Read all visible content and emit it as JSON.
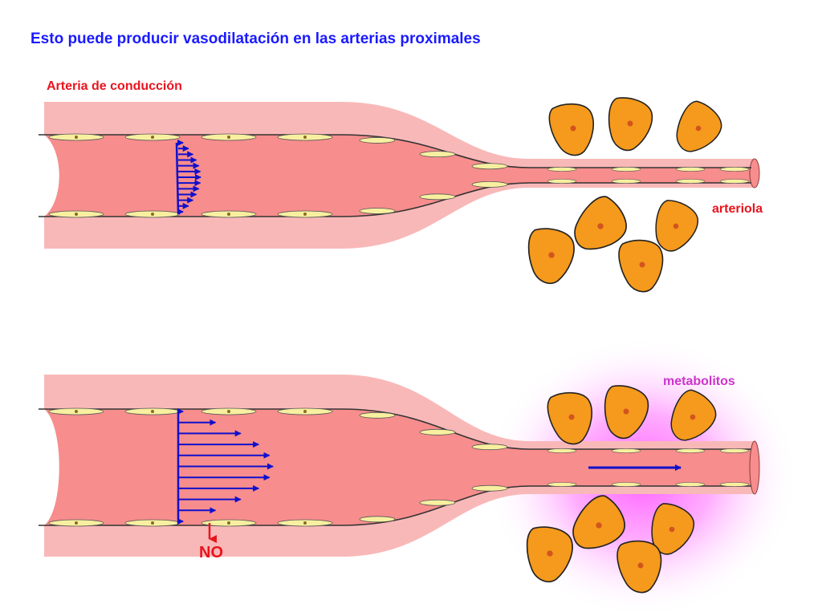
{
  "title": "Esto puede producir vasodilatación en las arterias proximales",
  "labels": {
    "conduction_artery": "Arteria de conducción",
    "arteriole": "arteriola",
    "metabolites": "metabolitos",
    "no": "NO"
  },
  "colors": {
    "title": "#1a1aff",
    "label_red": "#e8141e",
    "metabolites": "#cc33cc",
    "vessel_wall": "#f9b8b8",
    "vessel_lumen": "#f78d8d",
    "endothelium": "#f8f0a0",
    "arrow_blue": "#1010cc",
    "arrow_red": "#e8141e",
    "cell_fill": "#f59a1c",
    "cell_nucleus": "#d2541e",
    "glow": "#ff66ff"
  },
  "top_panel": {
    "velocity_profile": "parabolic-small"
  },
  "bottom_panel": {
    "velocity_profile": "parabolic-large"
  }
}
